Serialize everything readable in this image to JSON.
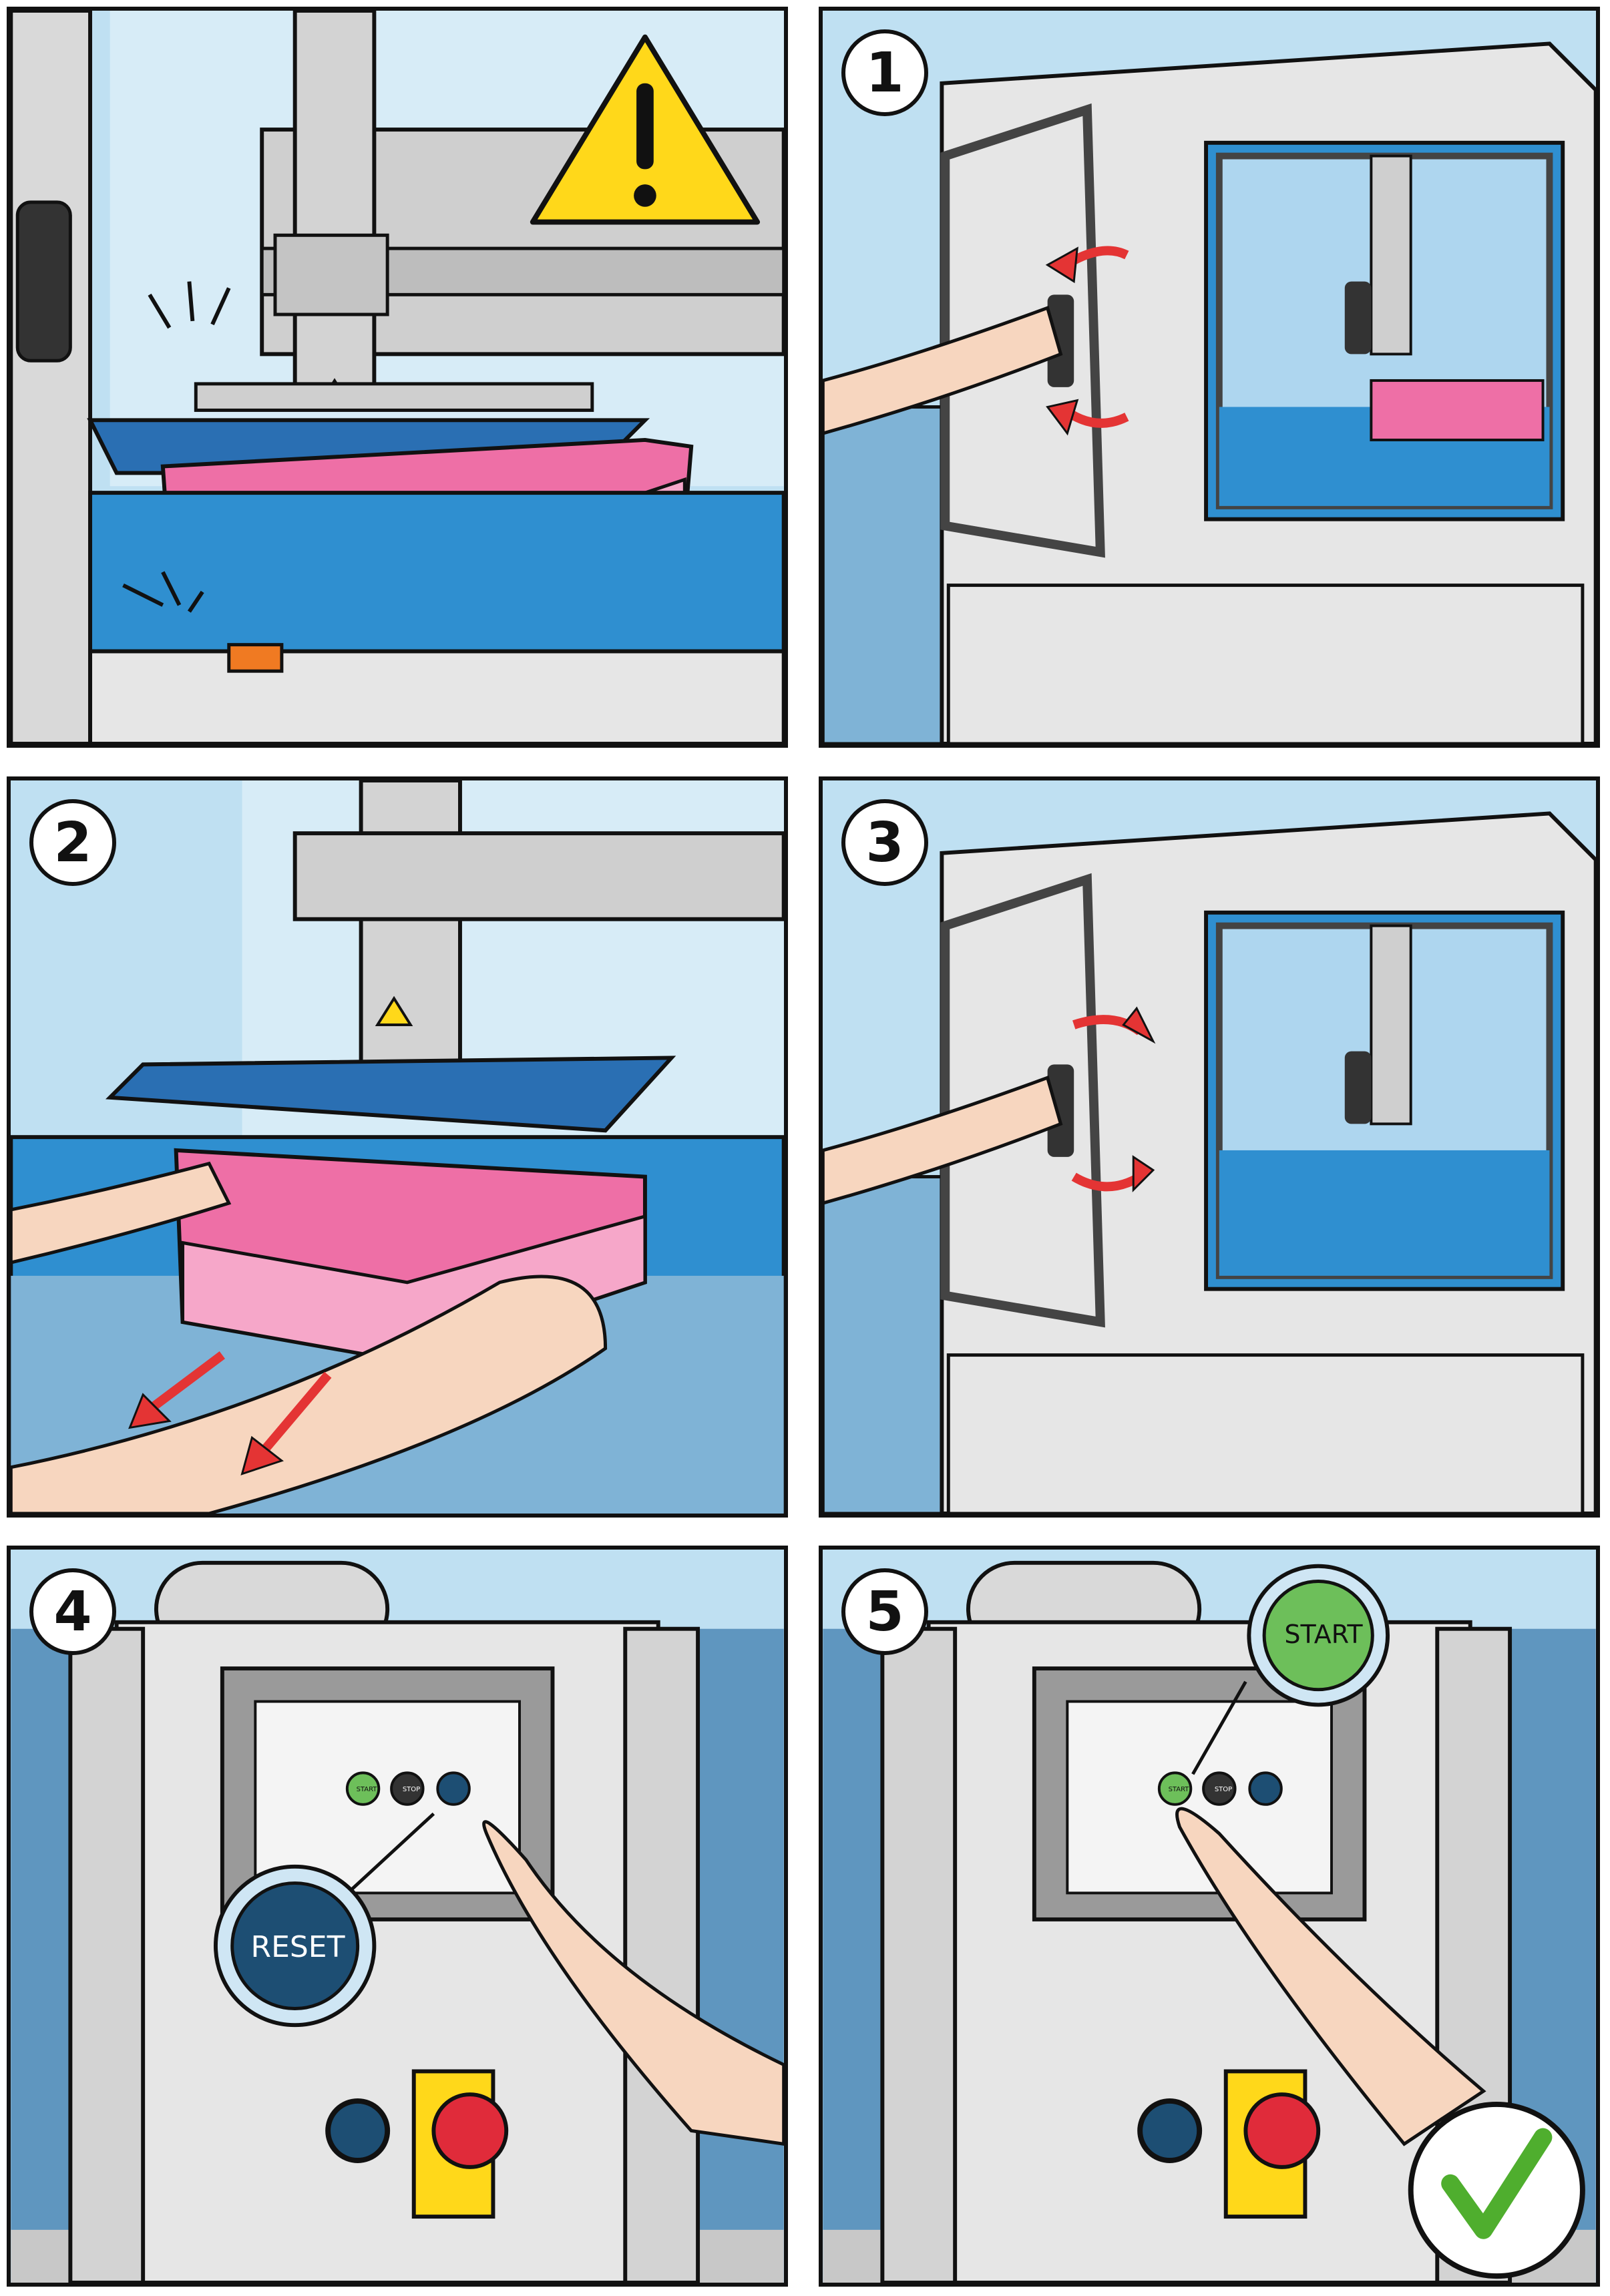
{
  "steps": [
    "1",
    "2",
    "3",
    "4",
    "5"
  ],
  "buttons": {
    "start": "START",
    "stop": "STOP",
    "reset": "RESET",
    "start_small": "START",
    "stop_small": "STOP"
  },
  "colors": {
    "sky": "#bfe0f2",
    "conveyor": "#2f8fd0",
    "box": "#ee6fa6",
    "box_light": "#f6a7c9",
    "machine": "#e6e6e6",
    "frame": "#555555",
    "warning": "#ffd81a",
    "arrow": "#e43434",
    "start_green": "#6dbf5a",
    "reset_blue": "#1d4e73",
    "emergency_red": "#e02b3a",
    "check_green": "#4fae2e"
  },
  "icons": [
    "warning-icon",
    "checkmark-icon"
  ]
}
